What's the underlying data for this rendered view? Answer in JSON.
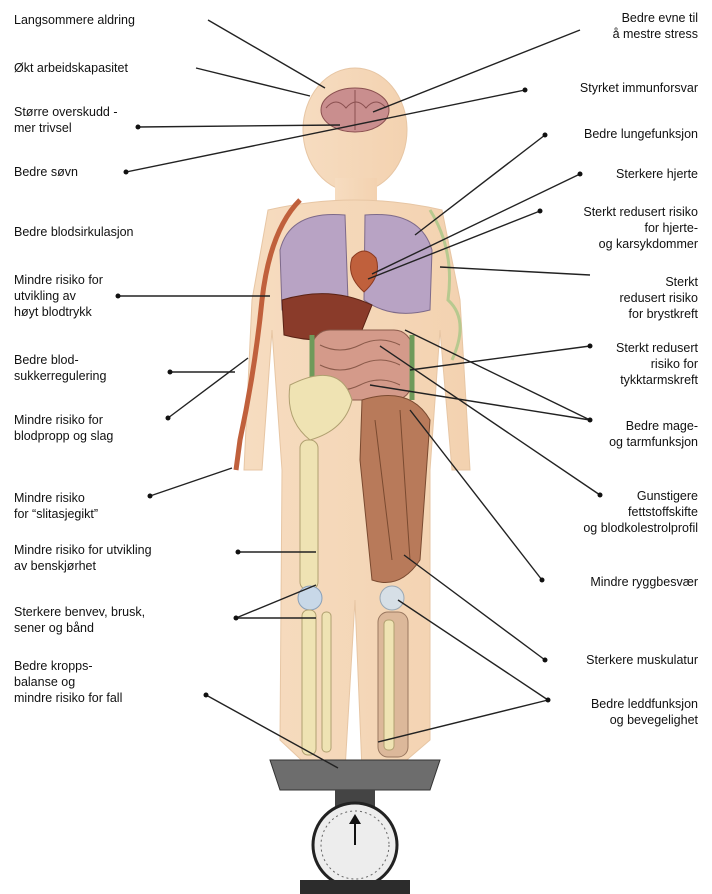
{
  "labels_left": [
    {
      "id": "aging",
      "lines": [
        "Langsommere aldring"
      ]
    },
    {
      "id": "work",
      "lines": [
        "Økt arbeidskapasitet"
      ]
    },
    {
      "id": "wellbeing",
      "lines": [
        "Større overskudd -",
        "mer trivsel"
      ]
    },
    {
      "id": "sleep",
      "lines": [
        "Bedre søvn"
      ]
    },
    {
      "id": "circulation",
      "lines": [
        "Bedre blodsirkulasjon"
      ]
    },
    {
      "id": "bloodpressure",
      "lines": [
        "Mindre risiko for",
        "utvikling av",
        "høyt blodtrykk"
      ]
    },
    {
      "id": "bloodsugar",
      "lines": [
        "Bedre blod-",
        "sukkerregulering"
      ]
    },
    {
      "id": "clot",
      "lines": [
        "Mindre risiko for",
        "blodpropp og slag"
      ]
    },
    {
      "id": "arthritis",
      "lines": [
        "Mindre risiko",
        "for “slitasjegikt”"
      ]
    },
    {
      "id": "osteoporosis",
      "lines": [
        "Mindre risiko for utvikling",
        "av benskjørhet"
      ]
    },
    {
      "id": "bones",
      "lines": [
        "Sterkere benvev, brusk,",
        "sener og bånd"
      ]
    },
    {
      "id": "balance",
      "lines": [
        "Bedre kropps-",
        "balanse og",
        "mindre risiko for fall"
      ]
    }
  ],
  "labels_right": [
    {
      "id": "stress",
      "lines": [
        "Bedre evne til",
        "å mestre stress"
      ]
    },
    {
      "id": "immune",
      "lines": [
        "Styrket immunforsvar"
      ]
    },
    {
      "id": "lung",
      "lines": [
        "Bedre lungefunksjon"
      ]
    },
    {
      "id": "heart",
      "lines": [
        "Sterkere hjerte"
      ]
    },
    {
      "id": "cardio",
      "lines": [
        "Sterkt redusert risiko",
        "for hjerte-",
        "og karsykdommer"
      ]
    },
    {
      "id": "breast",
      "lines": [
        "Sterkt",
        "redusert risiko",
        "for brystkreft"
      ]
    },
    {
      "id": "colon",
      "lines": [
        "Sterkt redusert",
        "risiko for",
        "tykktarmskreft"
      ]
    },
    {
      "id": "digestion",
      "lines": [
        "Bedre mage-",
        "og tarmfunksjon"
      ]
    },
    {
      "id": "fat",
      "lines": [
        "Gunstigere",
        "fettstoffskifte",
        "og blodkolestrolprofil"
      ]
    },
    {
      "id": "back",
      "lines": [
        "Mindre ryggbesvær"
      ]
    },
    {
      "id": "muscles",
      "lines": [
        "Sterkere muskulatur"
      ]
    },
    {
      "id": "joints",
      "lines": [
        "Bedre leddfunksjon",
        "og bevegelighet"
      ]
    }
  ]
}
